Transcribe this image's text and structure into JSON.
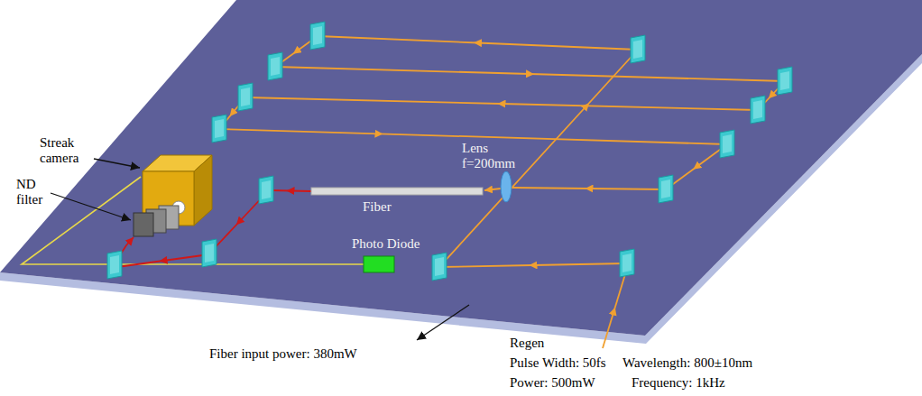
{
  "diagram": {
    "labels": [
      "Streak camera",
      "ND filter",
      "Lens f=200mm",
      "Fiber",
      "Photo Diode",
      "Fiber input power: 380mW",
      "Regen",
      "Pulse Width: 50fs",
      "Power: 500mW",
      "Wavelength: 800±10nm",
      "Frequency: 1kHz"
    ]
  }
}
